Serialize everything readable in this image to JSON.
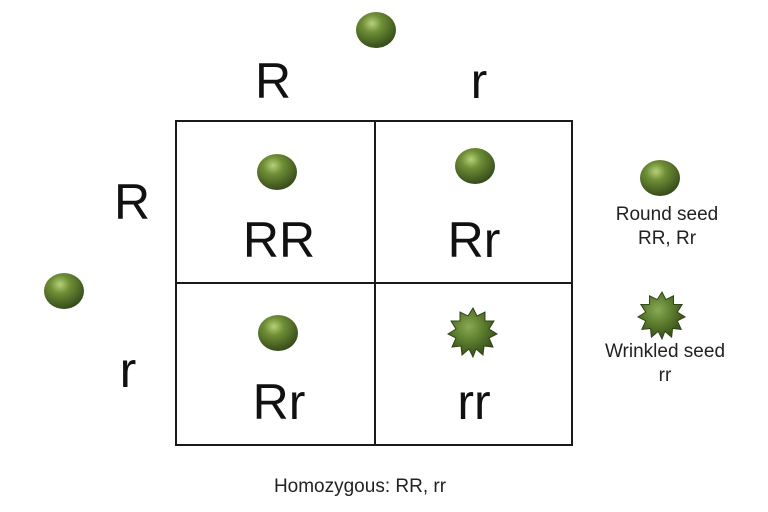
{
  "parent_top": {
    "alleles": [
      "R",
      "r"
    ]
  },
  "parent_left": {
    "alleles": [
      "R",
      "r"
    ]
  },
  "cells": [
    {
      "genotype": "RR",
      "seed": "round"
    },
    {
      "genotype": "Rr",
      "seed": "round"
    },
    {
      "genotype": "Rr",
      "seed": "round"
    },
    {
      "genotype": "rr",
      "seed": "wrinkled"
    }
  ],
  "legend": {
    "round": {
      "line1": "Round seed",
      "line2": "RR, Rr"
    },
    "wrinkled": {
      "line1": "Wrinkled seed",
      "line2": "rr"
    }
  },
  "caption": "Homozygous: RR, rr",
  "colors": {
    "seed_main": "#5b7a2c",
    "seed_dark": "#3b521a",
    "seed_light": "#a8c46a",
    "grid_line": "#1a1a1a"
  }
}
